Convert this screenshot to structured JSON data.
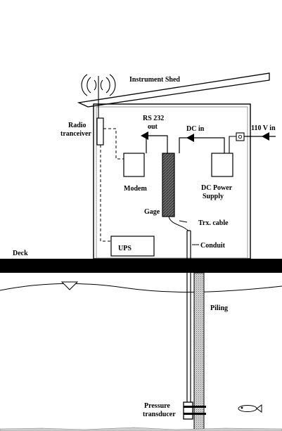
{
  "labels": {
    "instrument_shed": "Instrument Shed",
    "radio_line1": "Radio",
    "radio_line2": "tranceiver",
    "rs232_line1": "RS 232",
    "rs232_line2": "out",
    "dc_in": "DC in",
    "volts_in": "110 V in",
    "modem": "Modem",
    "dc_power_line1": "DC Power",
    "dc_power_line2": "Supply",
    "gage": "Gage",
    "trx_cable": "Trx. cable",
    "ups": "UPS",
    "conduit": "Conduit",
    "deck": "Deck",
    "piling": "Piling",
    "pressure_line1": "Pressure",
    "pressure_line2": "transducer"
  },
  "colors": {
    "line": "#000000",
    "background": "#ffffff",
    "gage_fill": "#555555",
    "piling_fill": "#bdbdbd",
    "shed_inner": "#9a9a9a"
  },
  "icons": {
    "antenna": "radio-wave-antenna-icon",
    "water_level": "water-level-triangle-icon",
    "fish": "fish-icon",
    "outlet": "electrical-outlet-icon"
  }
}
